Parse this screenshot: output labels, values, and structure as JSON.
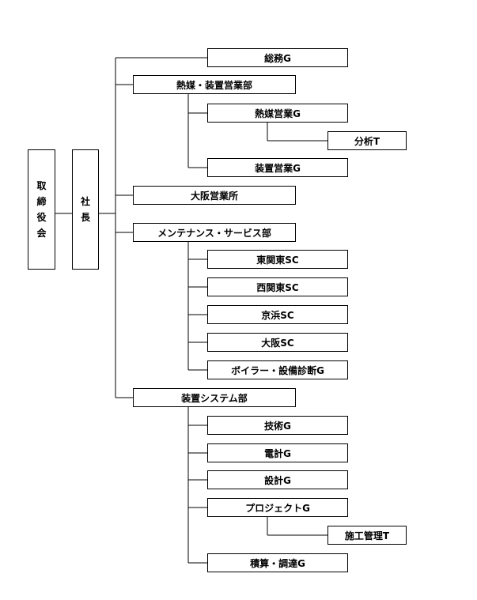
{
  "board": {
    "chars": [
      "取",
      "締",
      "役",
      "会"
    ]
  },
  "president": {
    "chars": [
      "社",
      "長"
    ]
  },
  "units": {
    "general_affairs": "総務G",
    "heat_medium_equipment_sales_dept": "熱媒・装置営業部",
    "heat_medium_sales_g": "熱媒営業G",
    "analysis_t": "分析T",
    "equipment_sales_g": "装置営業G",
    "osaka_sales_office": "大阪営業所",
    "maintenance_service_dept": "メンテナンス・サービス部",
    "east_kanto_sc": "東関東SC",
    "west_kanto_sc": "西関東SC",
    "keihin_sc": "京浜SC",
    "osaka_sc": "大阪SC",
    "boiler_equipment_diagnosis_g": "ボイラー・設備診断G",
    "equipment_system_dept": "装置システム部",
    "technology_g": "技術G",
    "electrical_design_g": "電計G",
    "design_g": "設計G",
    "project_g": "プロジェクトG",
    "construction_management_t": "施工管理T",
    "estimation_procurement_g": "積算・調達G"
  }
}
